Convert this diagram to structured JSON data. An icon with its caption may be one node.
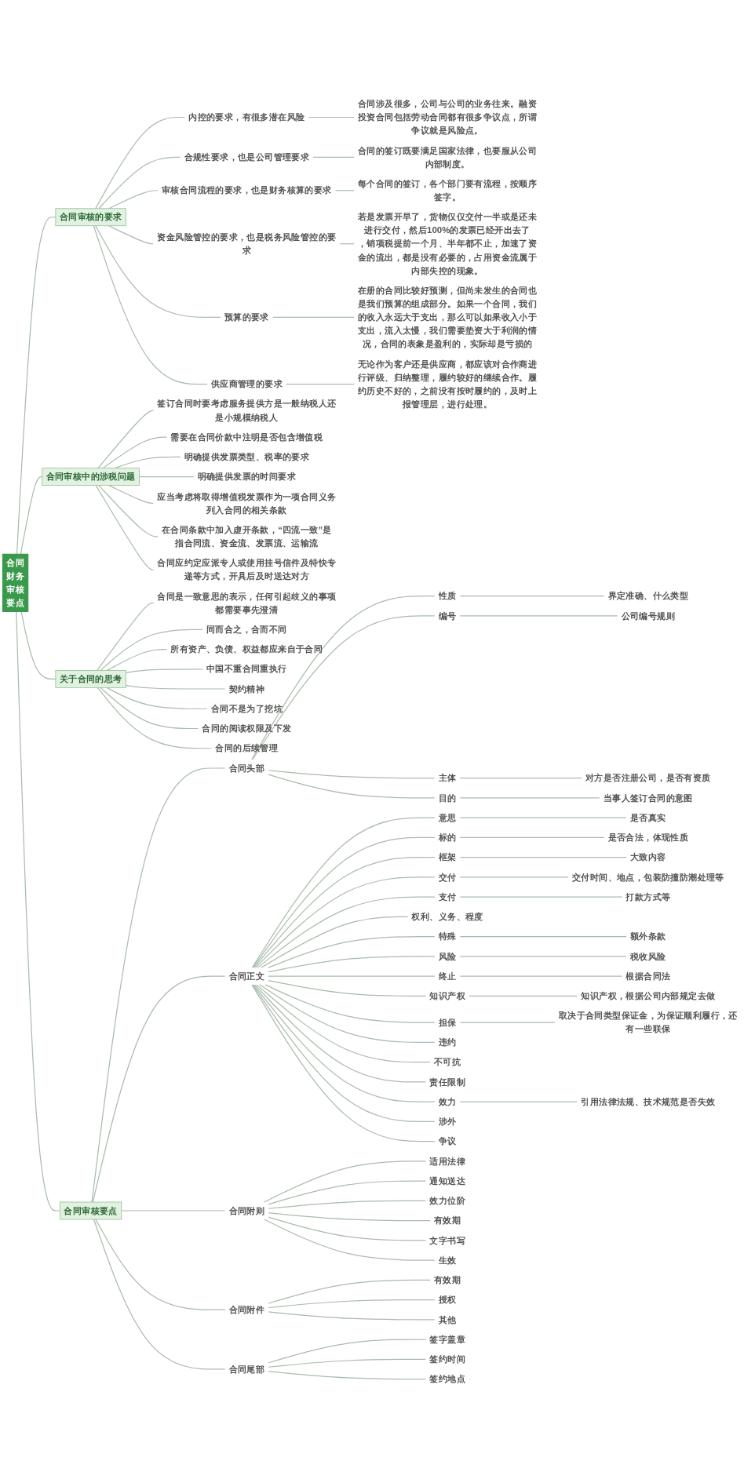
{
  "diagram": {
    "nodes": [
      {
        "text": [
          "合同财务审核要点"
        ]
      },
      {
        "text": [
          "合同审核的要求"
        ]
      },
      {
        "text": [
          "内控的要求，有很多潜在风险"
        ]
      },
      {
        "text": [
          "合同涉及很多，公司与公司的业务往来。融资投资合同包括劳动合同都有很多争议点，所谓争议就是风险点。"
        ]
      },
      {
        "text": [
          "合规性要求，也是公司管理要求"
        ]
      },
      {
        "text": [
          "合同的签订既要满足国家法律，也要服从公司内部制度。"
        ]
      },
      {
        "text": [
          "审核合同流程的要求，也是财务核算的要求"
        ]
      },
      {
        "text": [
          "每个合同的签订，各个部门要有流程，按顺序签字。"
        ]
      },
      {
        "text": [
          "资金风险管控的要求，也是税务风险管控的要求"
        ]
      },
      {
        "text": [
          "若是发票开早了，货物仅仅交付一半或是还未进行交付，然后100%的发票已经开出去了，销项税提前一个月、半年都不止，加速了资金的流出，都是没有必要的，占用资金流属于内部失控的现象。"
        ]
      },
      {
        "text": [
          "预算的要求"
        ]
      },
      {
        "text": [
          "在册的合同比较好预测，但尚未发生的合同也是我们预算的组成部分。如果一个合同，我们的收入永远大于支出，那么可以如果收入小于支出，流入太慢，我们需要垫资大于利润的情况，合同的表象是盈利的，实际却是亏损的"
        ]
      },
      {
        "text": [
          "供应商管理的要求"
        ]
      },
      {
        "text": [
          "无论作为客户还是供应商，都应该对合作商进行评级、归纳整理，履约较好的继续合作。履约历史不好的，之前没有按时履约的，及时上报管理层，进行处理。"
        ]
      },
      {
        "text": [
          "合同审核中的涉税问题"
        ]
      },
      {
        "text": [
          "签订合同时要考虑服务提供方是一般纳税人还是小规模纳税人"
        ]
      },
      {
        "text": [
          "需要在合同价款中注明是否包含增值税"
        ]
      },
      {
        "text": [
          "明确提供发票类型、税率的要求"
        ]
      },
      {
        "text": [
          "明确提供发票的时间要求"
        ]
      },
      {
        "text": [
          "应当考虑将取得增值税发票作为一项合同义务列入合同的相关条款"
        ]
      },
      {
        "text": [
          "在合同条款中加入虚开条款，“四流一致”是指合同流、资金流、发票流、运输流"
        ]
      },
      {
        "text": [
          "合同应约定应派专人或使用挂号信件及特快专递等方式，开具后及时送达对方"
        ]
      },
      {
        "text": [
          "关于合同的思考"
        ]
      },
      {
        "text": [
          "合同是一致意思的表示，任何引起歧义的事项都需要事先澄清"
        ]
      },
      {
        "text": [
          "同而合之，合而不同"
        ]
      },
      {
        "text": [
          "所有资产、负债、权益都应来自于合同"
        ]
      },
      {
        "text": [
          "中国不重合同重执行"
        ]
      },
      {
        "text": [
          "契约精神"
        ]
      },
      {
        "text": [
          "合同不是为了挖坑"
        ]
      },
      {
        "text": [
          "合同的阅读权限及下发"
        ]
      },
      {
        "text": [
          "合同的后续管理"
        ]
      },
      {
        "text": [
          "合同审核要点"
        ]
      },
      {
        "text": [
          "合同头部"
        ]
      },
      {
        "text": [
          "性质"
        ]
      },
      {
        "text": [
          "界定准确、什么类型"
        ]
      },
      {
        "text": [
          "编号"
        ]
      },
      {
        "text": [
          "公司编号规则"
        ]
      },
      {
        "text": [
          "主体"
        ]
      },
      {
        "text": [
          "对方是否注册公司，是否有资质"
        ]
      },
      {
        "text": [
          "目的"
        ]
      },
      {
        "text": [
          "当事人签订合同的意图"
        ]
      },
      {
        "text": [
          "合同正文"
        ]
      },
      {
        "text": [
          "意思"
        ]
      },
      {
        "text": [
          "是否真实"
        ]
      },
      {
        "text": [
          "标的"
        ]
      },
      {
        "text": [
          "是否合法，体现性质"
        ]
      },
      {
        "text": [
          "框架"
        ]
      },
      {
        "text": [
          "大致内容"
        ]
      },
      {
        "text": [
          "交付"
        ]
      },
      {
        "text": [
          "交付时间、地点，包装防撞防潮处理等"
        ]
      },
      {
        "text": [
          "支付"
        ]
      },
      {
        "text": [
          "打款方式等"
        ]
      },
      {
        "text": [
          "权利、义务、程度"
        ]
      },
      {
        "text": [
          "特殊"
        ]
      },
      {
        "text": [
          "额外条款"
        ]
      },
      {
        "text": [
          "风险"
        ]
      },
      {
        "text": [
          "税收风险"
        ]
      },
      {
        "text": [
          "终止"
        ]
      },
      {
        "text": [
          "根据合同法"
        ]
      },
      {
        "text": [
          "知识产权"
        ]
      },
      {
        "text": [
          "知识产权，根据公司内部规定去做"
        ]
      },
      {
        "text": [
          "担保"
        ]
      },
      {
        "text": [
          "取决于合同类型保证金，为保证顺利履行，还有一些联保"
        ]
      },
      {
        "text": [
          "违约"
        ]
      },
      {
        "text": [
          "不可抗"
        ]
      },
      {
        "text": [
          "责任限制"
        ]
      },
      {
        "text": [
          "效力"
        ]
      },
      {
        "text": [
          "引用法律法规、技术规范是否失效"
        ]
      },
      {
        "text": [
          "涉外"
        ]
      },
      {
        "text": [
          "争议"
        ]
      },
      {
        "text": [
          "合同附则"
        ]
      },
      {
        "text": [
          "适用法律"
        ]
      },
      {
        "text": [
          "通知送达"
        ]
      },
      {
        "text": [
          "效力位阶"
        ]
      },
      {
        "text": [
          "有效期"
        ]
      },
      {
        "text": [
          "文字书写"
        ]
      },
      {
        "text": [
          "生效"
        ]
      },
      {
        "text": [
          "合同附件"
        ]
      },
      {
        "text": [
          "有效期"
        ]
      },
      {
        "text": [
          "授权"
        ]
      },
      {
        "text": [
          "其他"
        ]
      },
      {
        "text": [
          "合同尾部"
        ]
      },
      {
        "text": [
          "签字盖章"
        ]
      },
      {
        "text": [
          "签约时间"
        ]
      },
      {
        "text": [
          "签约地点"
        ]
      }
    ],
    "edges": [
      {
        "from": 0,
        "to": 1,
        "arrow": "none"
      },
      {
        "from": 1,
        "to": 2,
        "arrow": "none"
      },
      {
        "from": 2,
        "to": 3,
        "arrow": "none"
      },
      {
        "from": 1,
        "to": 4,
        "arrow": "none"
      },
      {
        "from": 4,
        "to": 5,
        "arrow": "none"
      },
      {
        "from": 1,
        "to": 6,
        "arrow": "none"
      },
      {
        "from": 6,
        "to": 7,
        "arrow": "none"
      },
      {
        "from": 1,
        "to": 8,
        "arrow": "none"
      },
      {
        "from": 8,
        "to": 9,
        "arrow": "none"
      },
      {
        "from": 1,
        "to": 10,
        "arrow": "none"
      },
      {
        "from": 10,
        "to": 11,
        "arrow": "none"
      },
      {
        "from": 1,
        "to": 12,
        "arrow": "none"
      },
      {
        "from": 12,
        "to": 13,
        "arrow": "none"
      },
      {
        "from": 0,
        "to": 14,
        "arrow": "none"
      },
      {
        "from": 14,
        "to": 15,
        "arrow": "none"
      },
      {
        "from": 14,
        "to": 16,
        "arrow": "none"
      },
      {
        "from": 14,
        "to": 17,
        "arrow": "none"
      },
      {
        "from": 14,
        "to": 18,
        "arrow": "none"
      },
      {
        "from": 14,
        "to": 19,
        "arrow": "none"
      },
      {
        "from": 14,
        "to": 20,
        "arrow": "none"
      },
      {
        "from": 14,
        "to": 21,
        "arrow": "none"
      },
      {
        "from": 0,
        "to": 22,
        "arrow": "none"
      },
      {
        "from": 22,
        "to": 23,
        "arrow": "none"
      },
      {
        "from": 22,
        "to": 24,
        "arrow": "none"
      },
      {
        "from": 22,
        "to": 25,
        "arrow": "none"
      },
      {
        "from": 22,
        "to": 26,
        "arrow": "none"
      },
      {
        "from": 22,
        "to": 27,
        "arrow": "none"
      },
      {
        "from": 22,
        "to": 28,
        "arrow": "none"
      },
      {
        "from": 22,
        "to": 29,
        "arrow": "none"
      },
      {
        "from": 22,
        "to": 30,
        "arrow": "none"
      },
      {
        "from": 0,
        "to": 31,
        "arrow": "none"
      },
      {
        "from": 31,
        "to": 32,
        "arrow": "none"
      },
      {
        "from": 32,
        "to": 33,
        "arrow": "none"
      },
      {
        "from": 33,
        "to": 34,
        "arrow": "none"
      },
      {
        "from": 32,
        "to": 35,
        "arrow": "none"
      },
      {
        "from": 35,
        "to": 36,
        "arrow": "none"
      },
      {
        "from": 32,
        "to": 37,
        "arrow": "none"
      },
      {
        "from": 37,
        "to": 38,
        "arrow": "none"
      },
      {
        "from": 32,
        "to": 39,
        "arrow": "none"
      },
      {
        "from": 39,
        "to": 40,
        "arrow": "none"
      },
      {
        "from": 31,
        "to": 41,
        "arrow": "none"
      },
      {
        "from": 41,
        "to": 42,
        "arrow": "none"
      },
      {
        "from": 42,
        "to": 43,
        "arrow": "none"
      },
      {
        "from": 41,
        "to": 44,
        "arrow": "none"
      },
      {
        "from": 44,
        "to": 45,
        "arrow": "none"
      },
      {
        "from": 41,
        "to": 46,
        "arrow": "none"
      },
      {
        "from": 46,
        "to": 47,
        "arrow": "none"
      },
      {
        "from": 41,
        "to": 48,
        "arrow": "none"
      },
      {
        "from": 48,
        "to": 49,
        "arrow": "none"
      },
      {
        "from": 41,
        "to": 50,
        "arrow": "none"
      },
      {
        "from": 50,
        "to": 51,
        "arrow": "none"
      },
      {
        "from": 41,
        "to": 52,
        "arrow": "none"
      },
      {
        "from": 41,
        "to": 53,
        "arrow": "none"
      },
      {
        "from": 53,
        "to": 54,
        "arrow": "none"
      },
      {
        "from": 41,
        "to": 55,
        "arrow": "none"
      },
      {
        "from": 55,
        "to": 56,
        "arrow": "none"
      },
      {
        "from": 41,
        "to": 57,
        "arrow": "none"
      },
      {
        "from": 57,
        "to": 58,
        "arrow": "none"
      },
      {
        "from": 41,
        "to": 59,
        "arrow": "none"
      },
      {
        "from": 59,
        "to": 60,
        "arrow": "none"
      },
      {
        "from": 41,
        "to": 61,
        "arrow": "none"
      },
      {
        "from": 61,
        "to": 62,
        "arrow": "none"
      },
      {
        "from": 41,
        "to": 63,
        "arrow": "none"
      },
      {
        "from": 41,
        "to": 64,
        "arrow": "none"
      },
      {
        "from": 41,
        "to": 65,
        "arrow": "none"
      },
      {
        "from": 41,
        "to": 66,
        "arrow": "none"
      },
      {
        "from": 66,
        "to": 67,
        "arrow": "none"
      },
      {
        "from": 41,
        "to": 68,
        "arrow": "none"
      },
      {
        "from": 41,
        "to": 69,
        "arrow": "none"
      },
      {
        "from": 31,
        "to": 70,
        "arrow": "none"
      },
      {
        "from": 70,
        "to": 71,
        "arrow": "none"
      },
      {
        "from": 70,
        "to": 72,
        "arrow": "none"
      },
      {
        "from": 70,
        "to": 73,
        "arrow": "none"
      },
      {
        "from": 70,
        "to": 74,
        "arrow": "none"
      },
      {
        "from": 70,
        "to": 75,
        "arrow": "none"
      },
      {
        "from": 70,
        "to": 76,
        "arrow": "none"
      },
      {
        "from": 31,
        "to": 77,
        "arrow": "none"
      },
      {
        "from": 77,
        "to": 78,
        "arrow": "none"
      },
      {
        "from": 77,
        "to": 79,
        "arrow": "none"
      },
      {
        "from": 77,
        "to": 80,
        "arrow": "none"
      },
      {
        "from": 31,
        "to": 81,
        "arrow": "none"
      },
      {
        "from": 81,
        "to": 82,
        "arrow": "none"
      },
      {
        "from": 81,
        "to": 83,
        "arrow": "none"
      },
      {
        "from": 81,
        "to": 84,
        "arrow": "none"
      }
    ]
  }
}
